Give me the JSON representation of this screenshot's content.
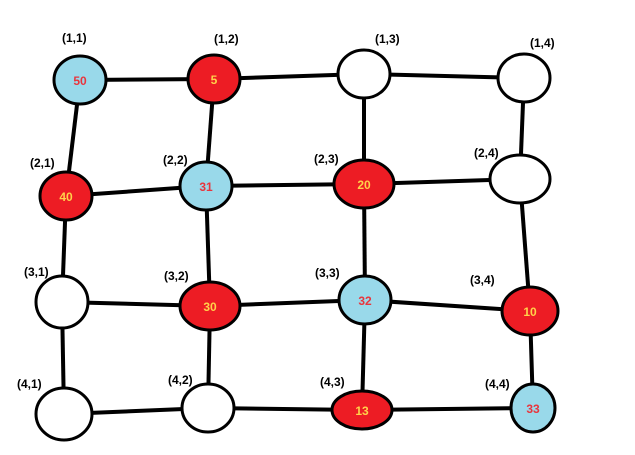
{
  "colors": {
    "red": "#ed1c24",
    "blue": "#99d9ea",
    "white": "#ffffff",
    "text_on_red": "#ffd24a",
    "text_on_blue": "#e8353d"
  },
  "nodes": [
    {
      "id": "1-1",
      "label": "(1,1)",
      "value": "50",
      "fill": "blue"
    },
    {
      "id": "1-2",
      "label": "(1,2)",
      "value": "5",
      "fill": "red"
    },
    {
      "id": "1-3",
      "label": "(1,3)",
      "value": "",
      "fill": "white"
    },
    {
      "id": "1-4",
      "label": "(1,4)",
      "value": "",
      "fill": "white"
    },
    {
      "id": "2-1",
      "label": "(2,1)",
      "value": "40",
      "fill": "red"
    },
    {
      "id": "2-2",
      "label": "(2,2)",
      "value": "31",
      "fill": "blue"
    },
    {
      "id": "2-3",
      "label": "(2,3)",
      "value": "20",
      "fill": "red"
    },
    {
      "id": "2-4",
      "label": "(2,4)",
      "value": "",
      "fill": "white"
    },
    {
      "id": "3-1",
      "label": "(3,1)",
      "value": "",
      "fill": "white"
    },
    {
      "id": "3-2",
      "label": "(3,2)",
      "value": "30",
      "fill": "red"
    },
    {
      "id": "3-3",
      "label": "(3,3)",
      "value": "32",
      "fill": "blue"
    },
    {
      "id": "3-4",
      "label": "(3,4)",
      "value": "10",
      "fill": "red"
    },
    {
      "id": "4-1",
      "label": "(4,1)",
      "value": "",
      "fill": "white"
    },
    {
      "id": "4-2",
      "label": "(4,2)",
      "value": "",
      "fill": "white"
    },
    {
      "id": "4-3",
      "label": "(4,3)",
      "value": "13",
      "fill": "red"
    },
    {
      "id": "4-4",
      "label": "(4,4)",
      "value": "33",
      "fill": "blue"
    }
  ],
  "edges": [
    [
      "1-1",
      "1-2"
    ],
    [
      "1-2",
      "1-3"
    ],
    [
      "1-3",
      "1-4"
    ],
    [
      "2-1",
      "2-2"
    ],
    [
      "2-2",
      "2-3"
    ],
    [
      "2-3",
      "2-4"
    ],
    [
      "3-1",
      "3-2"
    ],
    [
      "3-2",
      "3-3"
    ],
    [
      "3-3",
      "3-4"
    ],
    [
      "4-1",
      "4-2"
    ],
    [
      "4-2",
      "4-3"
    ],
    [
      "4-3",
      "4-4"
    ],
    [
      "1-1",
      "2-1"
    ],
    [
      "2-1",
      "3-1"
    ],
    [
      "3-1",
      "4-1"
    ],
    [
      "1-2",
      "2-2"
    ],
    [
      "2-2",
      "3-2"
    ],
    [
      "3-2",
      "4-2"
    ],
    [
      "1-3",
      "2-3"
    ],
    [
      "2-3",
      "3-3"
    ],
    [
      "3-3",
      "4-3"
    ],
    [
      "1-4",
      "2-4"
    ],
    [
      "2-4",
      "3-4"
    ],
    [
      "3-4",
      "4-4"
    ]
  ]
}
